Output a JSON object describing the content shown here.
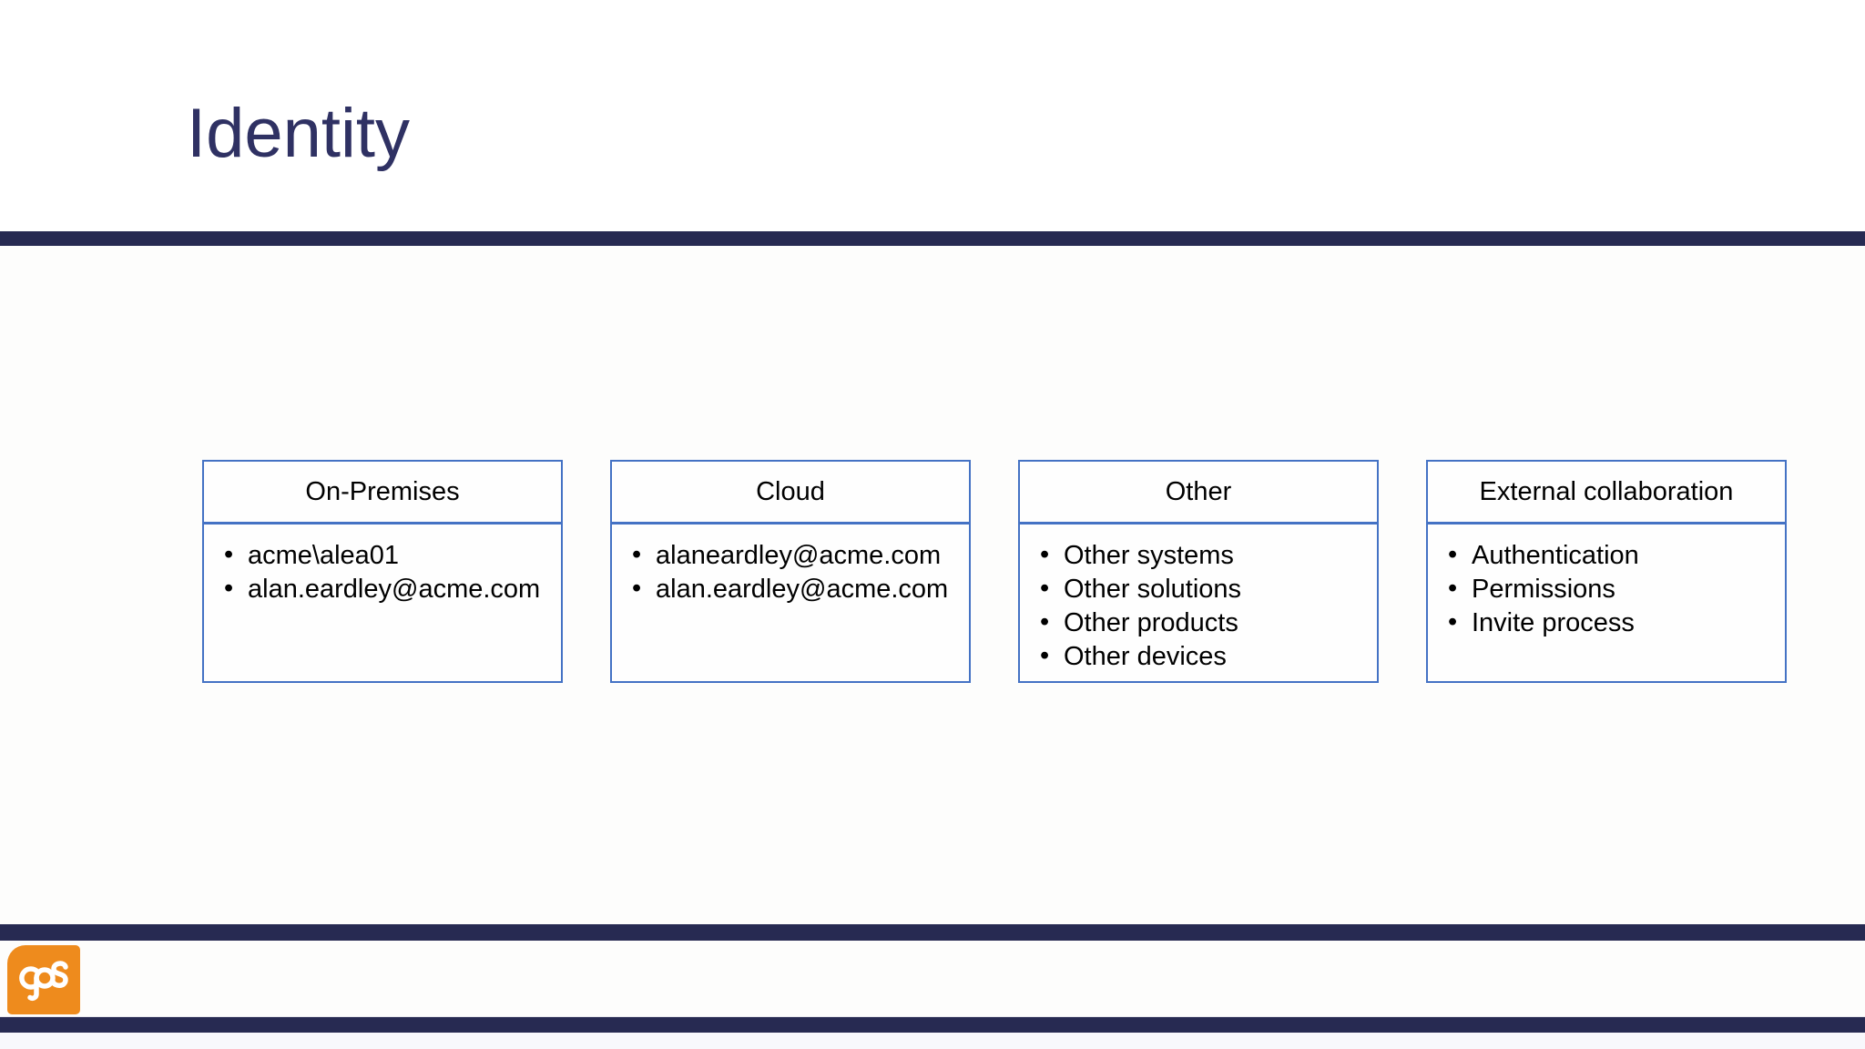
{
  "slide": {
    "title": "Identity",
    "theme": {
      "accent_navy": "#272a52",
      "box_border_blue": "#4472c4",
      "logo_orange": "#ee8b1d",
      "title_color": "#2f3163"
    },
    "boxes": [
      {
        "header": "On-Premises",
        "items": [
          "acme\\alea01",
          "alan.eardley@acme.com"
        ]
      },
      {
        "header": "Cloud",
        "items": [
          "alaneardley@acme.com",
          "alan.eardley@acme.com"
        ]
      },
      {
        "header": "Other",
        "items": [
          "Other systems",
          "Other solutions",
          "Other products",
          "Other devices"
        ]
      },
      {
        "header": "External collaboration",
        "items": [
          "Authentication",
          "Permissions",
          "Invite process"
        ]
      }
    ],
    "footer": {
      "logo_name": "cps-logo"
    }
  }
}
